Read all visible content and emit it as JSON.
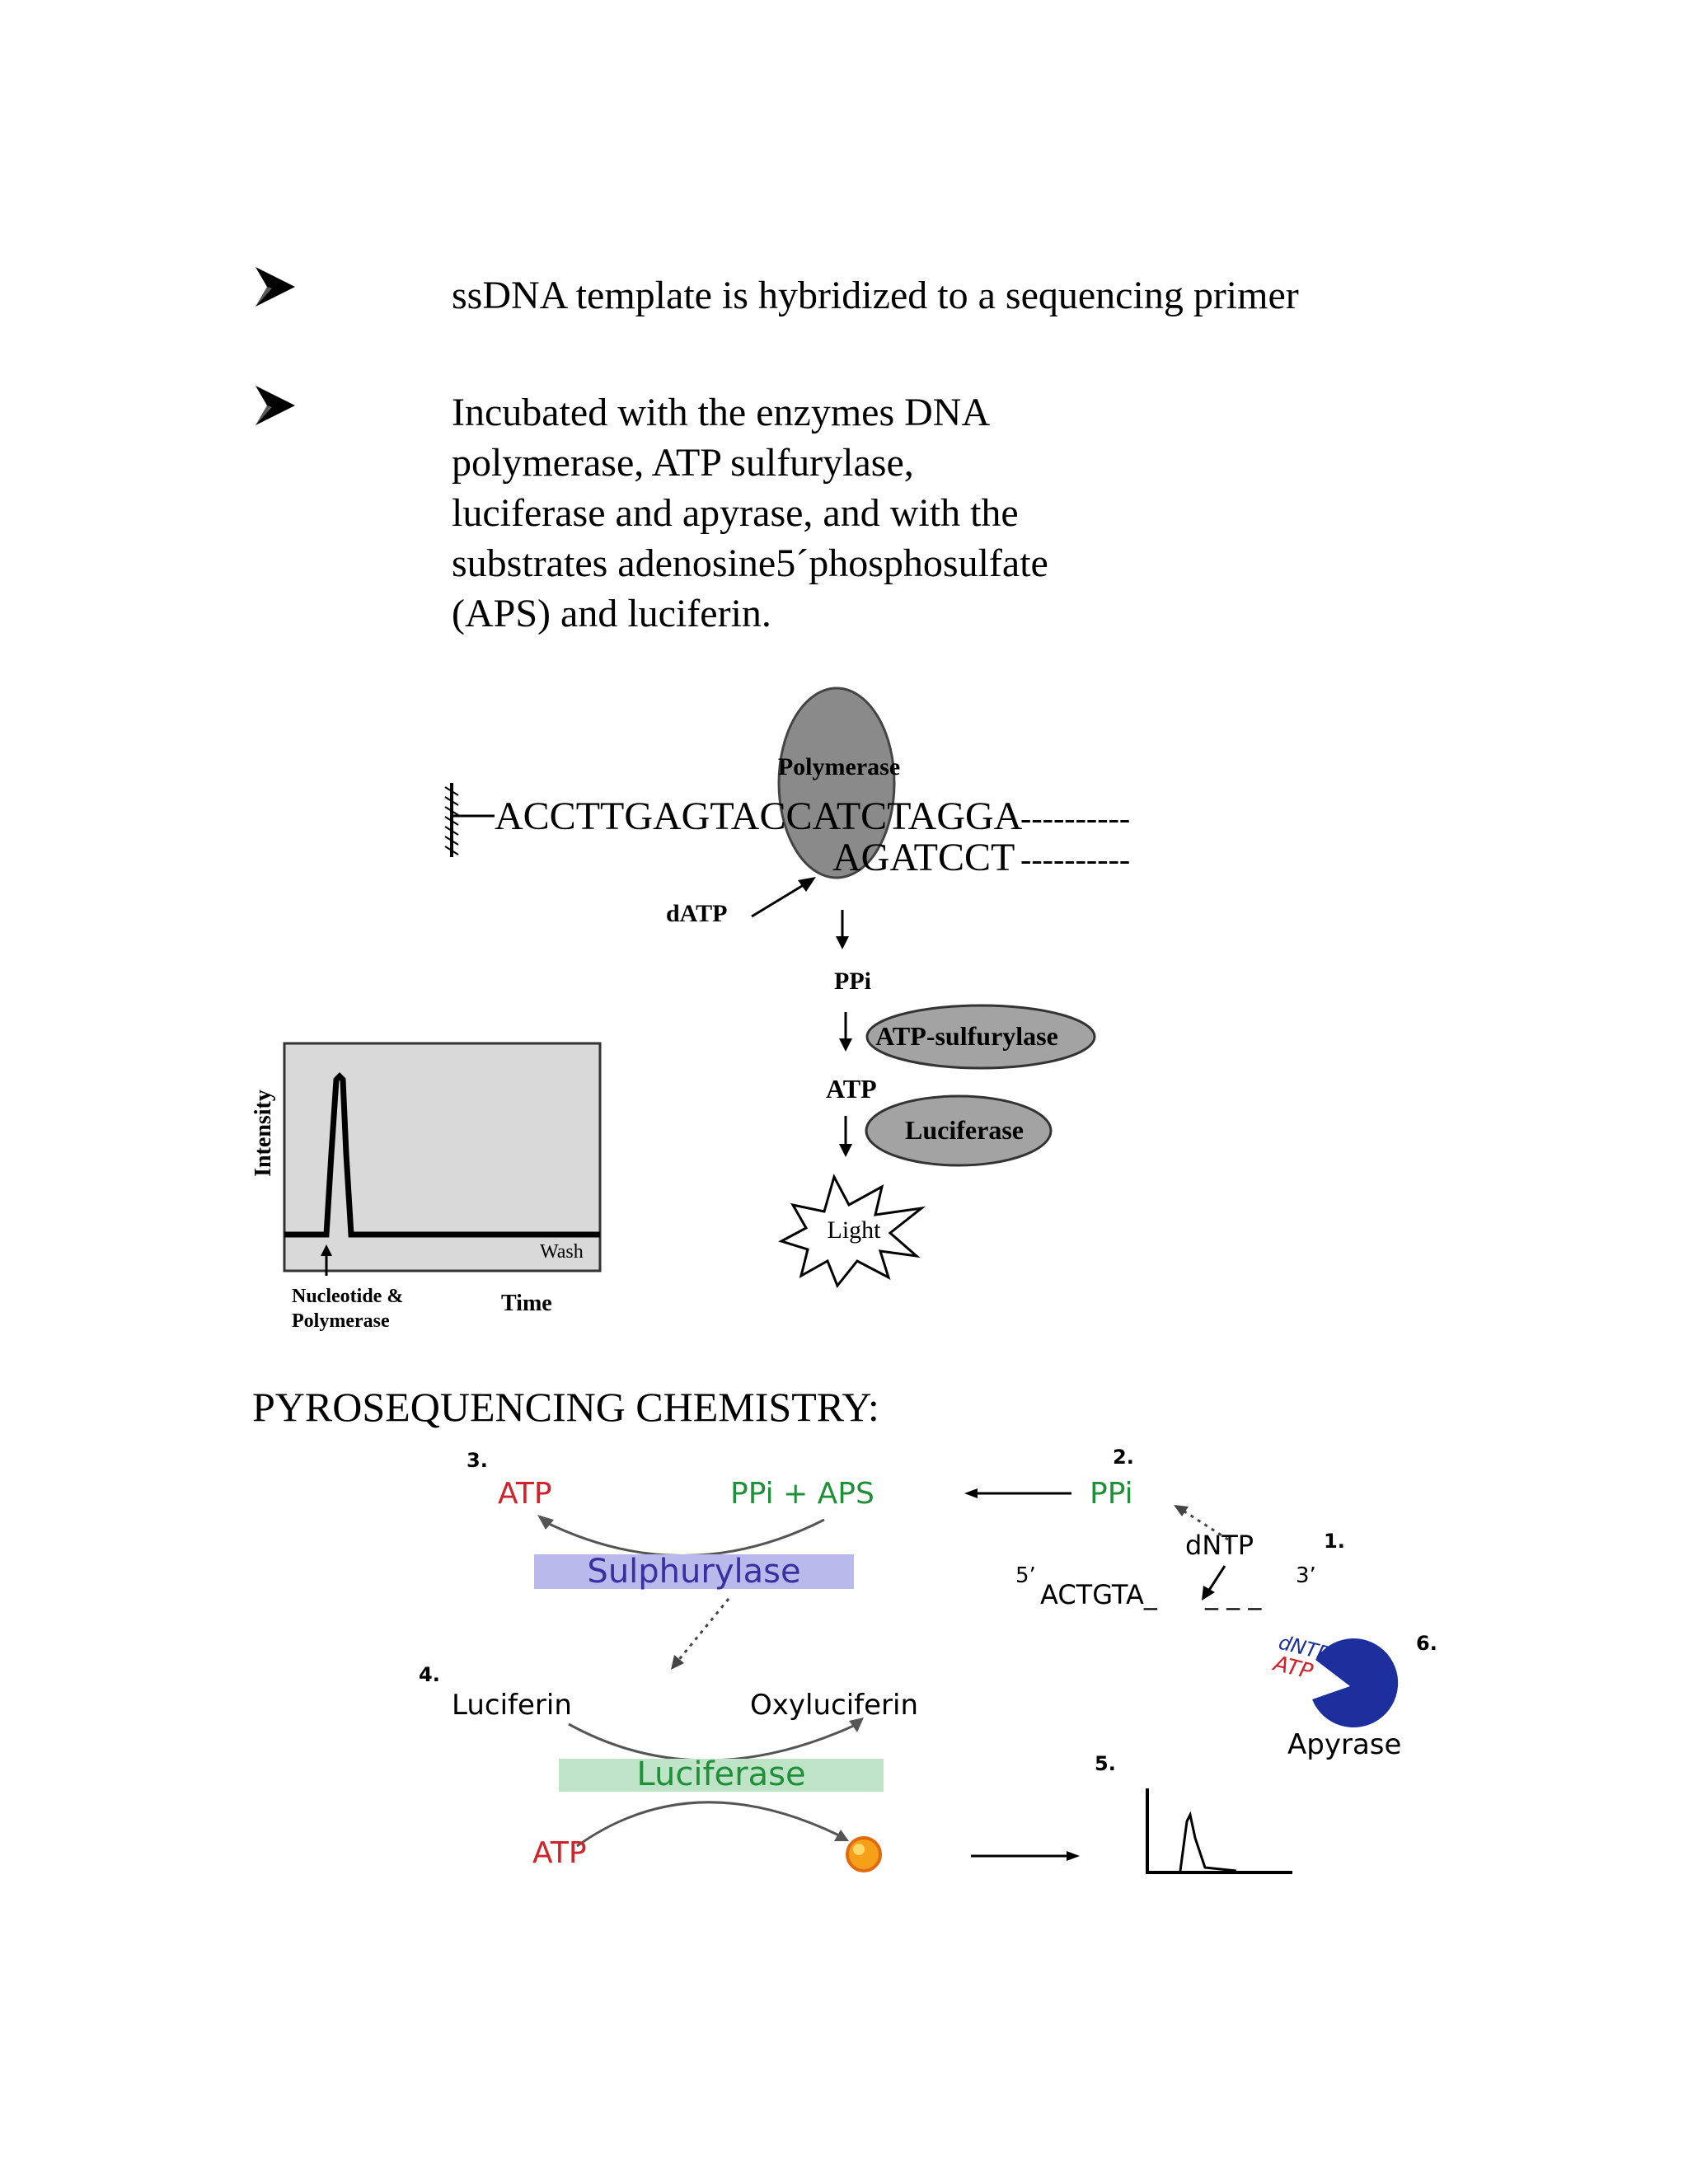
{
  "bullets": [
    "ssDNA  template  is hybridized  to a sequencing  primer",
    [
      "Incubated  with  the enzymes  DNA",
      "polymerase,  ATP sulfurylase,",
      "luciferase and apyrase,  and with the",
      "substrates adenosine5´phosphosulfate",
      "(APS)  and  luciferin."
    ]
  ],
  "figure1": {
    "polymerase": "Polymerase",
    "template_strand": "ACCTTGAGTACCATCTAGGA",
    "template_dashes": "----------",
    "primer_strand": "AGATCCT",
    "primer_dashes": "----------",
    "datp": "dATP",
    "ppi": "PPi",
    "atp_sulfurylase": "ATP-sulfurylase",
    "atp": "ATP",
    "luciferase": "Luciferase",
    "light": "Light",
    "graph": {
      "ylabel": "Intensity",
      "xlabel": "Time",
      "wash": "Wash",
      "marker_line1": "Nucleotide &",
      "marker_line2": "Polymerase"
    }
  },
  "section_heading": "PYROSEQUENCING  CHEMISTRY:",
  "figure2": {
    "step1": "1.",
    "step2": "2.",
    "step3": "3.",
    "step4": "4.",
    "step5": "5.",
    "step6": "6.",
    "atp_top": "ATP",
    "ppi_aps": "PPi + APS",
    "ppi": "PPi",
    "sulphurylase": "Sulphurylase",
    "dntp": "dNTP",
    "five_prime": "5’",
    "three_prime": "3’",
    "sequence": "ACTGTA_",
    "sequence_blanks": "_ _ _",
    "luciferin": "Luciferin",
    "oxyluciferin": "Oxyluciferin",
    "luciferase": "Luciferase",
    "atp_bottom": "ATP",
    "apyrase": "Apyrase",
    "apyrase_dntp": "dNTP",
    "apyrase_atp": "ATP",
    "colors": {
      "red": "#d0222a",
      "green": "#1f8f3a",
      "purple_box": "#b9b9ec",
      "purple_text": "#3a2f9e",
      "green_box": "#bfe3c6",
      "green_text": "#1f8f3a",
      "apyrase_blue": "#1c2f9c"
    }
  }
}
